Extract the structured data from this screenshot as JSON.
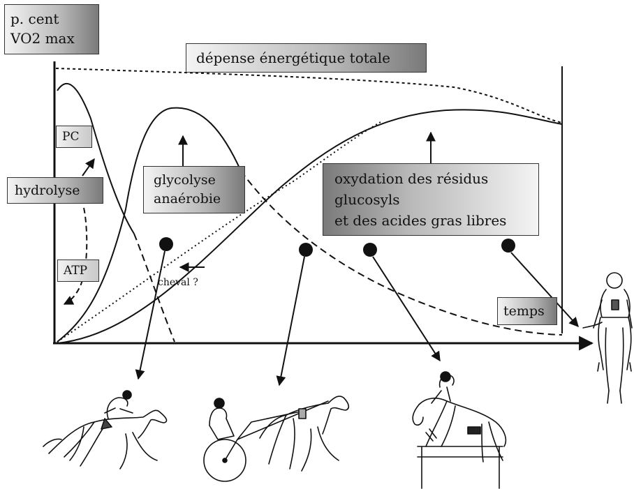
{
  "labels": {
    "yaxis_line1": "p. cent",
    "yaxis_line2": "VO2 max",
    "total": "dépense énergétique totale",
    "pc": "PC",
    "hydrolyse": "hydrolyse",
    "atp": "ATP",
    "glyco_line1": "glycolyse",
    "glyco_line2": "anaérobie",
    "oxy_line1": "oxydation des résidus",
    "oxy_line2": "glucosyls",
    "oxy_line3": "et des acides gras libres",
    "cheval": "cheval ?",
    "temps": "temps"
  },
  "colors": {
    "ink": "#111111",
    "box_dark": "#7a7a7a",
    "box_light": "#f4f4f4"
  },
  "icons": [
    "galloping-horse-icon",
    "trotting-harness-horse-icon",
    "jumping-horse-icon",
    "endurance-rider-icon"
  ]
}
